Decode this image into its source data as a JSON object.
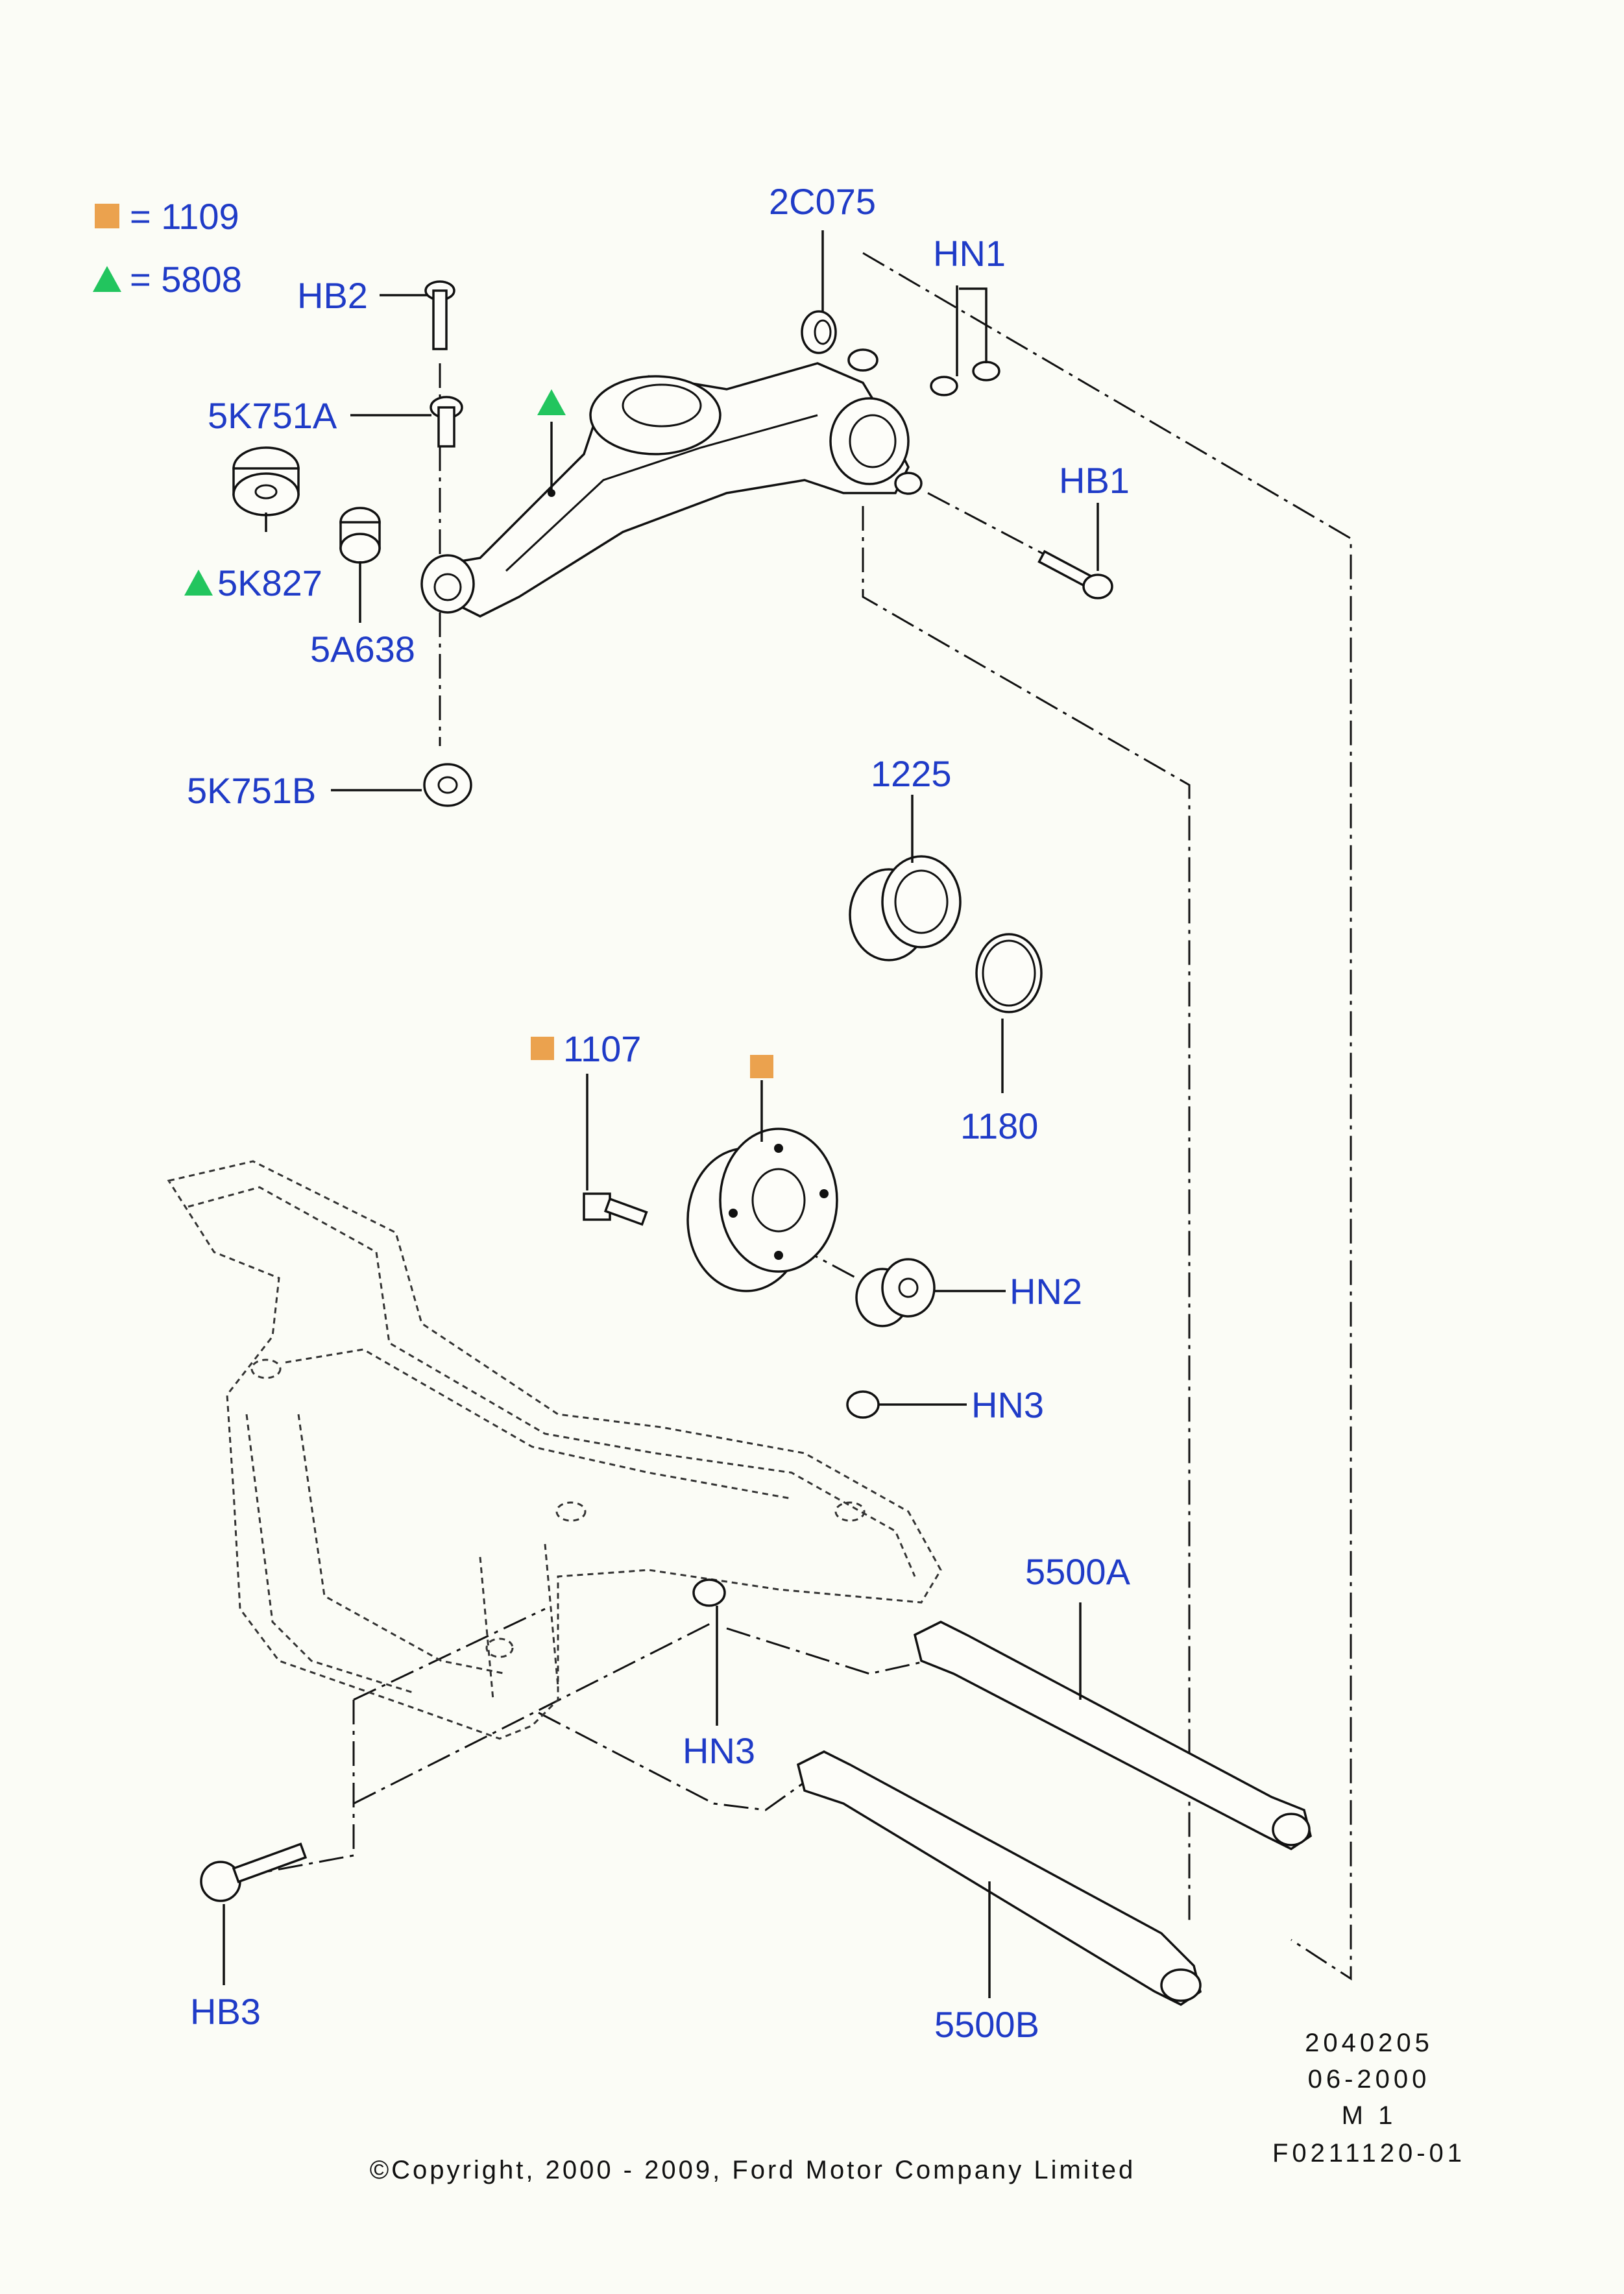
{
  "legend": [
    {
      "symbol": "square",
      "color": "#eba24e",
      "text": "= 1109"
    },
    {
      "symbol": "triangle",
      "color": "#22c55e",
      "text": "= 5808"
    }
  ],
  "callouts": {
    "hb2": "HB2",
    "k751a": "5K751A",
    "k827": "5K827",
    "a638": "5A638",
    "k751b": "5K751B",
    "c075": "2C075",
    "hn1": "HN1",
    "hb1": "HB1",
    "p1225": "1225",
    "p1180": "1180",
    "p1107": "1107",
    "hn2": "HN2",
    "hn3a": "HN3",
    "hn3b": "HN3",
    "p5500a": "5500A",
    "p5500b": "5500B",
    "hb3": "HB3"
  },
  "markers": {
    "square_color": "#eba24e",
    "triangle_color": "#22c55e"
  },
  "meta": {
    "line1": "2040205",
    "line2": "06-2000",
    "line3": "M 1",
    "line4": "F0211120-01"
  },
  "copyright": "©Copyright, 2000 - 2009, Ford Motor Company Limited"
}
